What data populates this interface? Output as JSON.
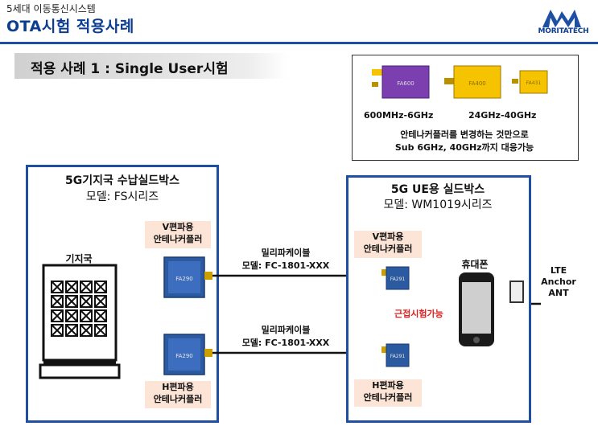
{
  "header": {
    "subtitle": "5세대 이동통신시스템",
    "title": "OTA시험 적용사례",
    "logo_text": "MORITATECH"
  },
  "section": {
    "title": "적용 사례 1 : Single User시험"
  },
  "inset": {
    "coupler_labels": [
      "FA600",
      "FA400",
      "FA431"
    ],
    "range_low": "600MHz-6GHz",
    "range_high": "24GHz-40GHz",
    "note_line1": "안테나커플러를 변경하는 것만으로",
    "note_line2": "Sub 6GHz, 40GHz까지 대응가능"
  },
  "left_box": {
    "title": "5G기지국 수납실드박스",
    "model": "모델: FS시리즈",
    "base_station_label": "기지국",
    "v_coupler": "V편파용\n안테나커플러",
    "h_coupler": "H편파용\n안테나커플러",
    "coupler_model": "FA290"
  },
  "cables": {
    "label": "밀리파케이블",
    "model": "모델: FC-1801-XXX"
  },
  "right_box": {
    "title": "5G UE용 실드박스",
    "model": "모델: WM1019시리즈",
    "v_coupler": "V편파용\n안테나커플러",
    "h_coupler": "H편파용\n안테나커플러",
    "coupler_model": "FA291",
    "phone_label": "휴대폰",
    "near_test": "근접시험가능"
  },
  "lte": {
    "line1": "LTE",
    "line2": "Anchor",
    "line3": "ANT"
  },
  "colors": {
    "accent": "#1f4fa3",
    "coupler_purple": "#7b3fb0",
    "coupler_gold": "#f5c300",
    "pink": "#fce4d6",
    "near_red": "#e02020"
  }
}
